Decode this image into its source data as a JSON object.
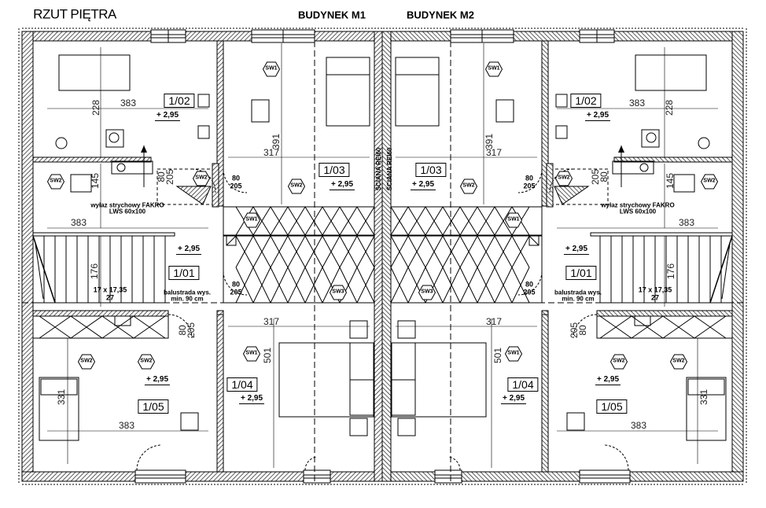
{
  "title": "RZUT PIĘTRA",
  "buildings": [
    "BUDYNEK M1",
    "BUDYNEK M2"
  ],
  "party_wall_label": "ŚCIANA REI60",
  "level": "+ 2,95",
  "rooms": {
    "r102": "1/02",
    "r103": "1/03",
    "r101": "1/01",
    "r104": "1/04",
    "r105": "1/05"
  },
  "markers": {
    "sw1": "SW1",
    "sw2": "SW2",
    "sw3": "SW3"
  },
  "dimensions": {
    "d383": "383",
    "d228": "228",
    "d391": "391",
    "d317": "317",
    "d145": "145",
    "d176": "176",
    "d501": "501",
    "d331": "331",
    "door_w": "80",
    "door_h": "205"
  },
  "annotations": {
    "hatch_line1": "wyłaz strychowy FAKRO",
    "hatch_line2": "LWS 60x100",
    "stairs_line1": "17 x 17,35",
    "stairs_line2": "27",
    "rail_line1": "balustrada wys.",
    "rail_line2": "min. 90 cm"
  },
  "colors": {
    "ink": "#000000",
    "hatch": "#555555"
  }
}
